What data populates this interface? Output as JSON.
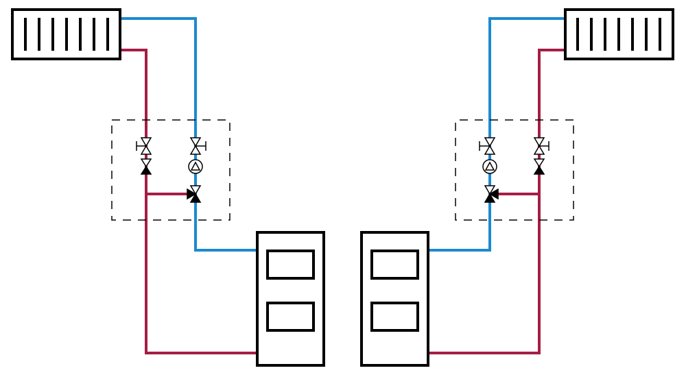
{
  "diagram": {
    "colors": {
      "supply_hot": "#a51d45",
      "return_cold": "#1b8ad0",
      "outline": "#000000"
    },
    "systems": [
      {
        "side": "left",
        "components": [
          "radiator",
          "shutoff-valve",
          "check-valve",
          "pump",
          "mixing-valve",
          "boiler"
        ]
      },
      {
        "side": "right",
        "components": [
          "radiator",
          "shutoff-valve",
          "check-valve",
          "pump",
          "mixing-valve",
          "boiler"
        ]
      }
    ]
  }
}
